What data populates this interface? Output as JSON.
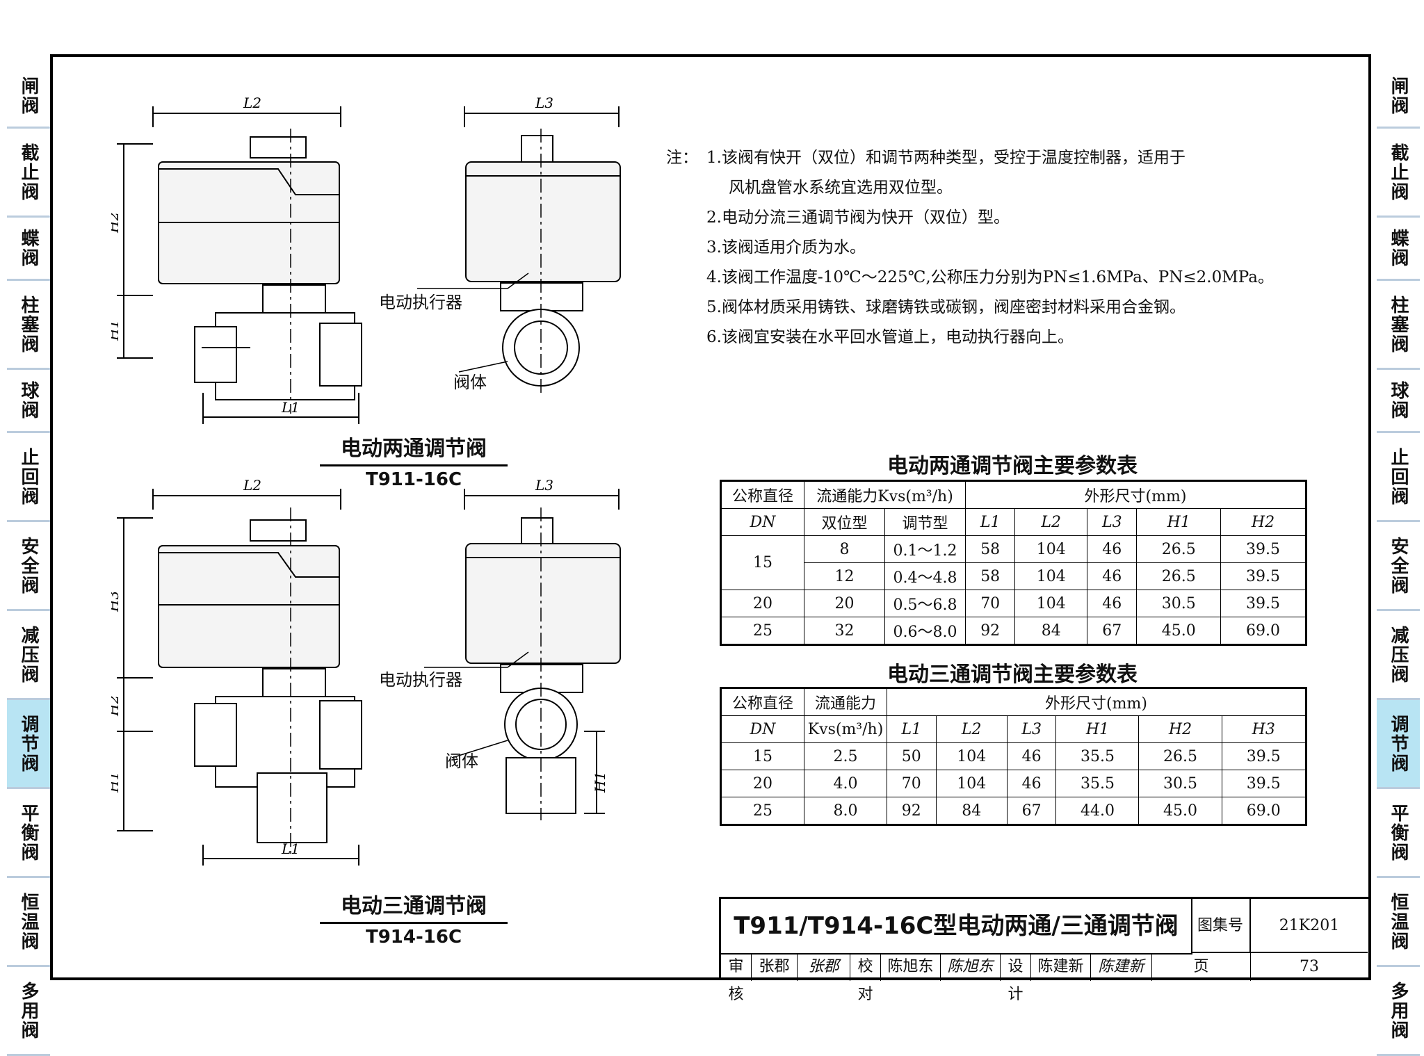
{
  "side_tabs": [
    {
      "label": "闸阀",
      "rows": 2
    },
    {
      "label": "截止阀",
      "rows": 3
    },
    {
      "label": "蝶阀",
      "rows": 2
    },
    {
      "label": "柱塞阀",
      "rows": 3
    },
    {
      "label": "球阀",
      "rows": 2
    },
    {
      "label": "止回阀",
      "rows": 3
    },
    {
      "label": "安全阀",
      "rows": 3
    },
    {
      "label": "减压阀",
      "rows": 3
    },
    {
      "label": "调节阀",
      "rows": 3,
      "active": true
    },
    {
      "label": "平衡阀",
      "rows": 3
    },
    {
      "label": "恒温阀",
      "rows": 3
    },
    {
      "label": "多用阀",
      "rows": 3
    }
  ],
  "figures": {
    "two_way": {
      "name": "电动两通调节阀",
      "model": "T911-16C"
    },
    "three_way": {
      "name": "电动三通调节阀",
      "model": "T914-16C"
    },
    "labels": {
      "actuator": "电动执行器",
      "body": "阀体"
    },
    "dims": {
      "L1": "L1",
      "L2": "L2",
      "L3": "L3",
      "H1": "H1",
      "H2": "H2",
      "H3": "H3"
    }
  },
  "notes": {
    "head": "注：",
    "items": [
      "1.该阀有快开（双位）和调节两种类型，受控于温度控制器，适用于",
      "风机盘管水系统宜选用双位型。",
      "2.电动分流三通调节阀为快开（双位）型。",
      "3.该阀适用介质为水。",
      "4.该阀工作温度-10℃～225℃,公称压力分别为PN≤1.6MPa、PN≤2.0MPa。",
      "5.阀体材质采用铸铁、球磨铸铁或碳钢，阀座密封材料采用合金钢。",
      "6.该阀宜安装在水平回水管道上，电动执行器向上。"
    ]
  },
  "table_two_way": {
    "title": "电动两通调节阀主要参数表",
    "h_dn": "公称直径",
    "h_dn2": "DN",
    "h_flow": "流通能力Kvs(m³/h)",
    "h_dim": "外形尺寸(mm)",
    "h_on_off": "双位型",
    "h_mod": "调节型",
    "dim_cols": [
      "L1",
      "L2",
      "L3",
      "H1",
      "H2"
    ],
    "rows": [
      {
        "dn": "15",
        "on_off": "8",
        "mod": "0.1～1.2",
        "dims": [
          "58",
          "104",
          "46",
          "26.5",
          "39.5"
        ]
      },
      {
        "dn": "",
        "on_off": "12",
        "mod": "0.4～4.8",
        "dims": [
          "58",
          "104",
          "46",
          "26.5",
          "39.5"
        ]
      },
      {
        "dn": "20",
        "on_off": "20",
        "mod": "0.5～6.8",
        "dims": [
          "70",
          "104",
          "46",
          "30.5",
          "39.5"
        ]
      },
      {
        "dn": "25",
        "on_off": "32",
        "mod": "0.6～8.0",
        "dims": [
          "92",
          "84",
          "67",
          "45.0",
          "69.0"
        ]
      }
    ]
  },
  "table_three_way": {
    "title": "电动三通调节阀主要参数表",
    "h_dn": "公称直径",
    "h_dn2": "DN",
    "h_flow": "流通能力",
    "h_flow2": "Kvs(m³/h)",
    "h_dim": "外形尺寸(mm)",
    "dim_cols": [
      "L1",
      "L2",
      "L3",
      "H1",
      "H2",
      "H3"
    ],
    "rows": [
      {
        "dn": "15",
        "kvs": "2.5",
        "dims": [
          "50",
          "104",
          "46",
          "35.5",
          "26.5",
          "39.5"
        ]
      },
      {
        "dn": "20",
        "kvs": "4.0",
        "dims": [
          "70",
          "104",
          "46",
          "35.5",
          "30.5",
          "39.5"
        ]
      },
      {
        "dn": "25",
        "kvs": "8.0",
        "dims": [
          "92",
          "84",
          "67",
          "44.0",
          "45.0",
          "69.0"
        ]
      }
    ]
  },
  "title_block": {
    "title": "T911/T914-16C型电动两通/三通调节阀",
    "atlas_label": "图集号",
    "atlas_no": "21K201",
    "review_label": "审核",
    "reviewer": "张郡",
    "reviewer_sign": "张郡",
    "check_label": "校对",
    "checker": "陈旭东",
    "checker_sign": "陈旭东",
    "design_label": "设计",
    "designer": "陈建新",
    "designer_sign": "陈建新",
    "page_label": "页",
    "page_no": "73"
  }
}
